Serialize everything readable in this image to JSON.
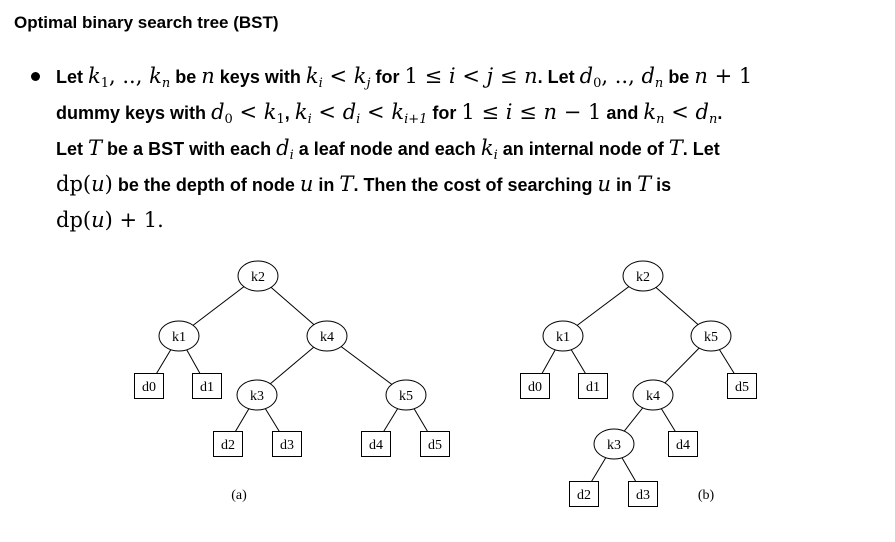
{
  "heading": "Optimal binary search tree (BST)",
  "text": {
    "let": "Let",
    "be": "be",
    "keys_with": "keys with",
    "for": "for",
    "let2": ". Let",
    "dummy_keys_with": "dummy keys with",
    "comma": ",",
    "and": "and",
    "let_t": "Let",
    "be_bst_with_each": "be a BST with each",
    "a_leaf_node_and_each": "a leaf node and each",
    "an_internal_node_of": "an internal node of",
    "period_let": ". Let",
    "be_the_depth_of_node": "be the depth of node",
    "in": "in",
    "then_cost": ". Then the cost of searching",
    "is": "is",
    "final_period": "."
  },
  "math": {
    "k": "k",
    "d": "d",
    "n": "n",
    "i": "i",
    "j": "j",
    "T": "T",
    "u": "u",
    "one": "1",
    "zero": "0",
    "plus_one": "+ 1",
    "minus_one": "− 1",
    "lt": "<",
    "le": "≤",
    "dots": ", .., ",
    "i_plus_1": "i+1",
    "dp": "dp",
    "lparen": "(",
    "rparen": ")"
  },
  "trees": [
    {
      "caption": "(a)",
      "internal": [
        "k2",
        "k1",
        "k4",
        "k3",
        "k5"
      ],
      "leaves": [
        "d0",
        "d1",
        "d2",
        "d3",
        "d4",
        "d5"
      ]
    },
    {
      "caption": "(b)",
      "internal": [
        "k2",
        "k1",
        "k5",
        "k4",
        "k3"
      ],
      "leaves": [
        "d0",
        "d1",
        "d5",
        "d4",
        "d2",
        "d3"
      ]
    }
  ]
}
